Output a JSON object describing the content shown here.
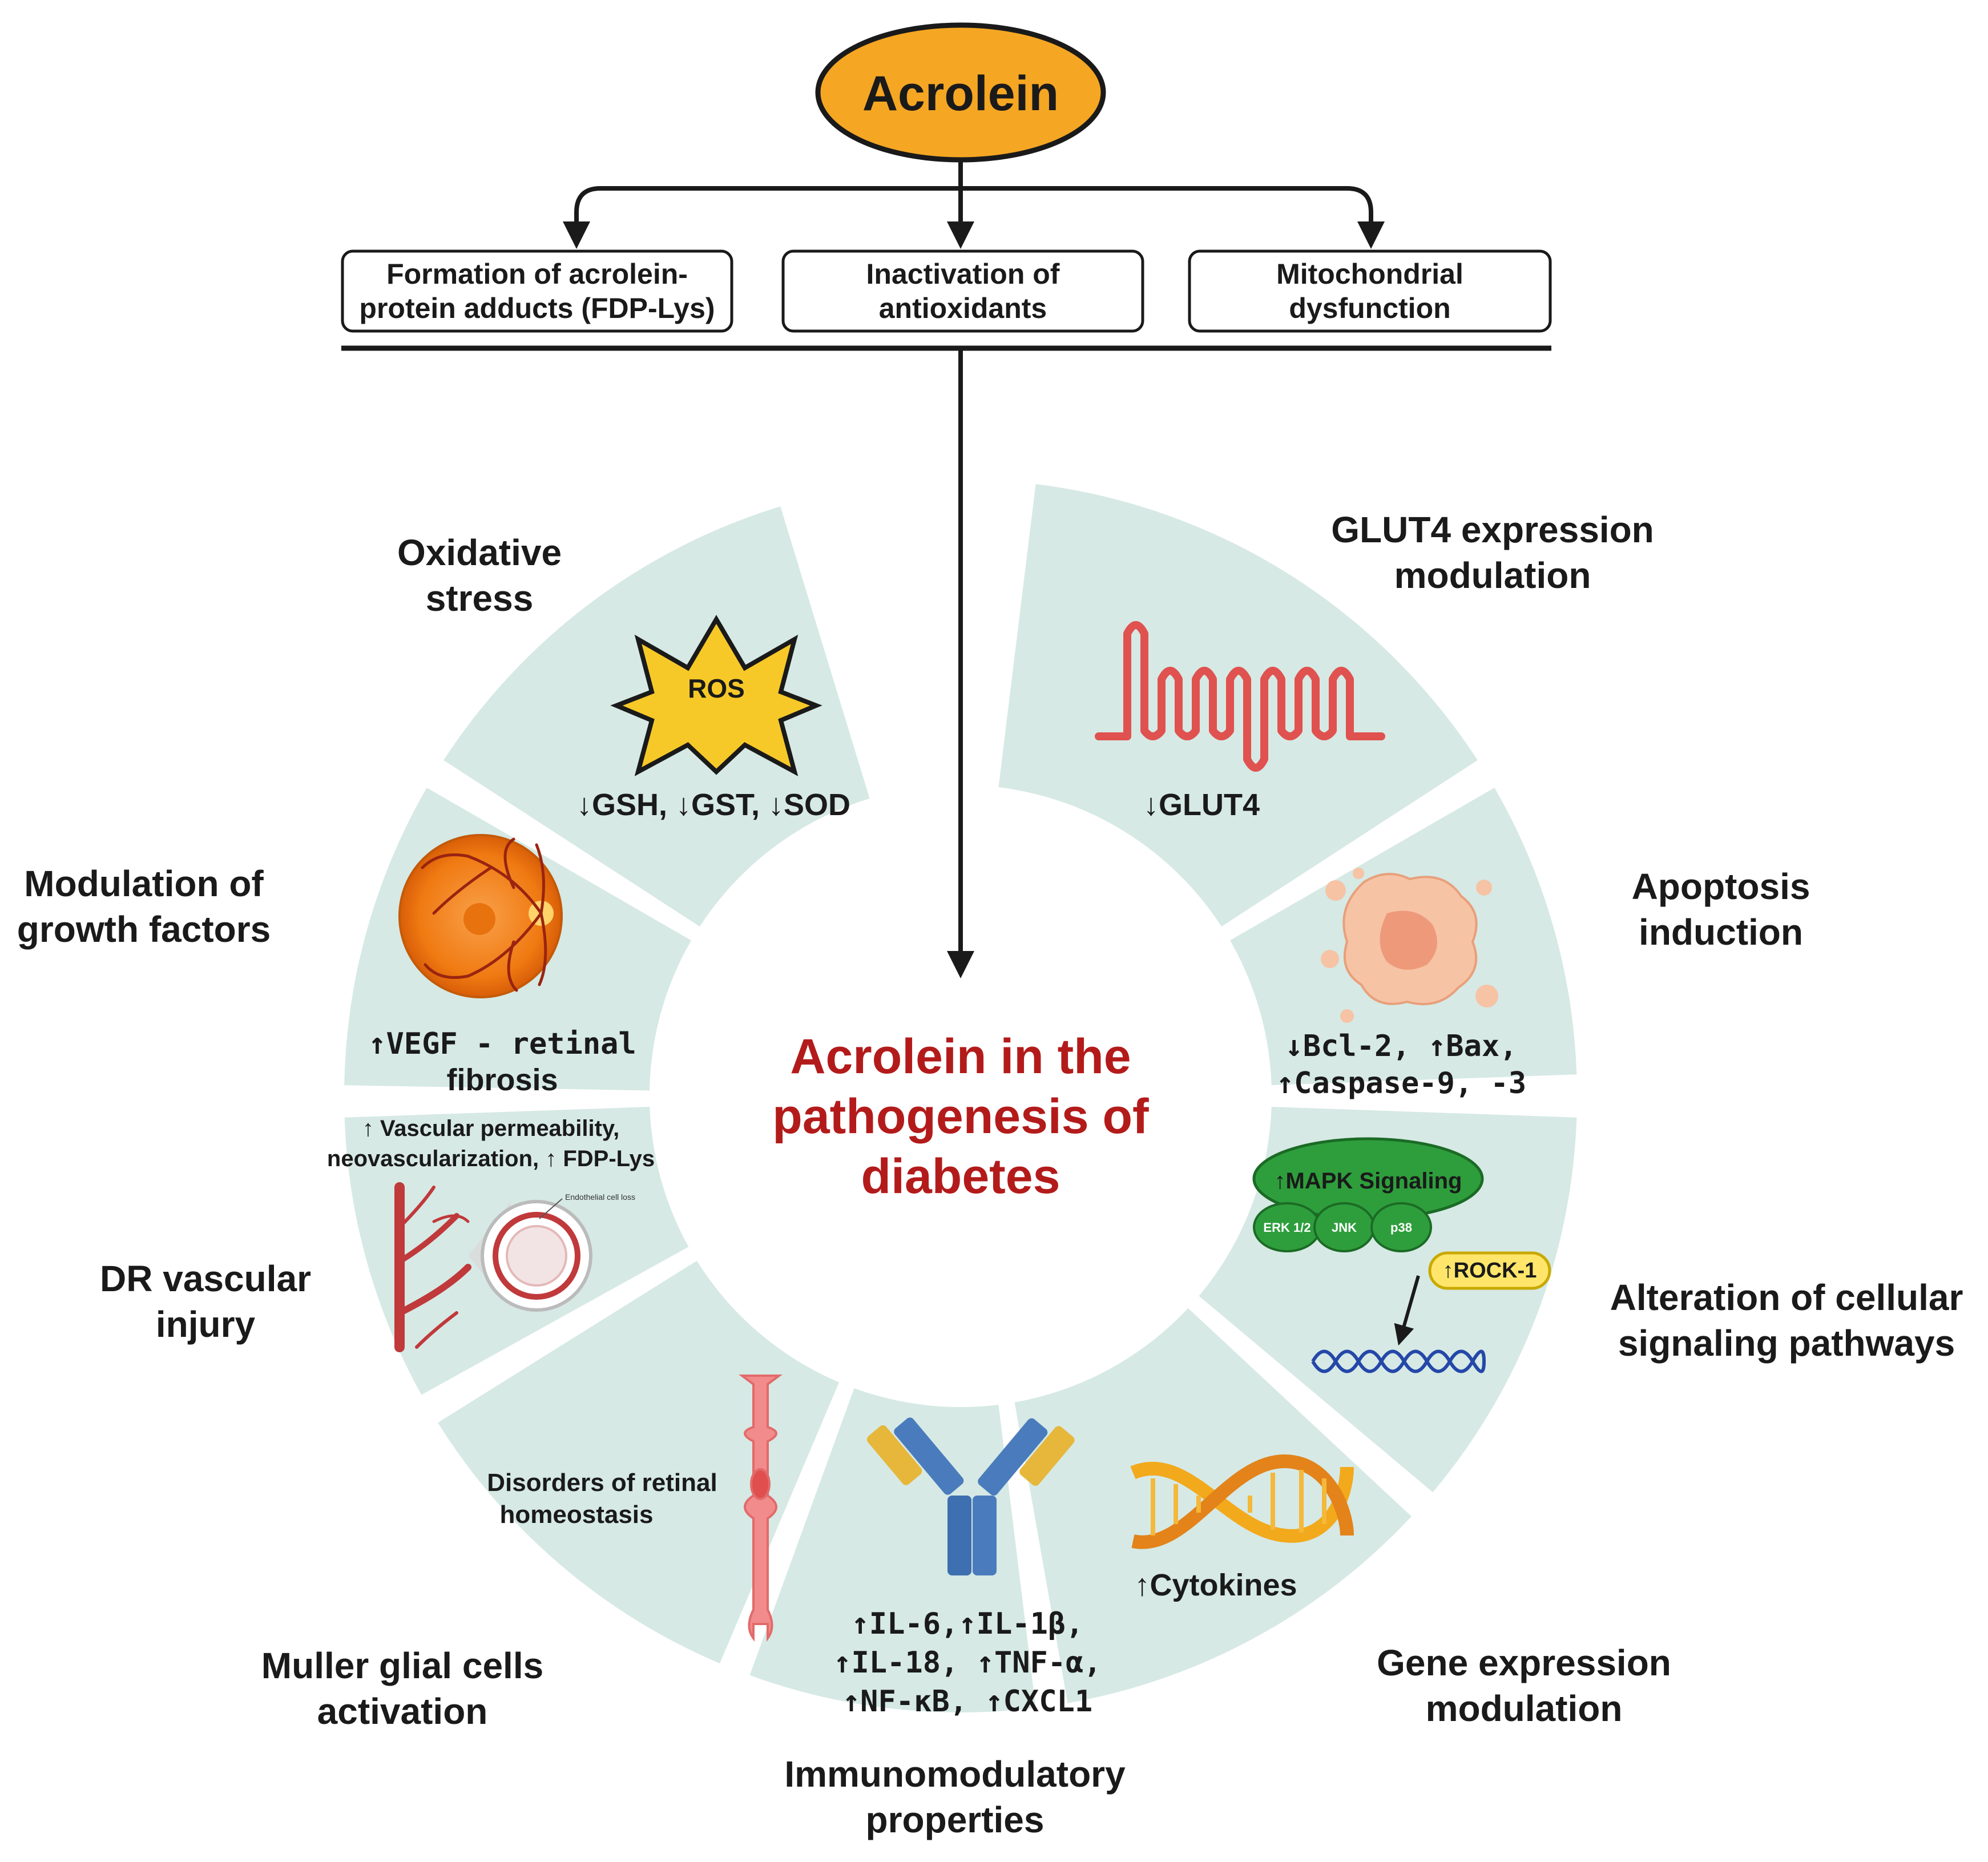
{
  "colors": {
    "top_node_fill": "#F5A623",
    "segment_fill": "#D6E9E5",
    "center_text": "#B31B1B",
    "ink": "#1a1a1a",
    "glut4_red": "#E0524F",
    "apoptosis_cell": "#F6C3A5",
    "mapk_green": "#2E9E3C",
    "rock_yellow": "#FFE66B",
    "dna_blue": "#2447A8",
    "retina_orange": "#F08018",
    "ros_yellow": "#F7C928"
  },
  "top_node": {
    "label": "Acrolein"
  },
  "mechanisms": [
    {
      "line1": "Formation of acrolein-",
      "line2": "protein adducts (FDP-Lys)"
    },
    {
      "line1": "Inactivation of",
      "line2": "antioxidants"
    },
    {
      "line1": "Mitochondrial",
      "line2": "dysfunction"
    }
  ],
  "center": {
    "line1": "Acrolein in the",
    "line2": "pathogenesis of",
    "line3": "diabetes"
  },
  "segments": {
    "oxidative": {
      "title1": "Oxidative",
      "title2": "stress",
      "icon_label": "ROS",
      "detail": "↓GSH, ↓GST, ↓SOD",
      "icon": "ros-burst-icon"
    },
    "glut4": {
      "title1": "GLUT4 expression",
      "title2": "modulation",
      "detail": "↓GLUT4",
      "icon": "transmembrane-protein-icon"
    },
    "apoptosis": {
      "title1": "Apoptosis",
      "title2": "induction",
      "detail1": "↓Bcl-2, ↑Bax,",
      "detail2": "↑Caspase-9, -3",
      "icon": "apoptotic-cell-icon"
    },
    "signaling": {
      "title1": "Alteration of cellular",
      "title2": "signaling pathways",
      "mapk": "↑MAPK Signaling",
      "kinases": [
        "ERK 1/2",
        "JNK",
        "p38"
      ],
      "rock": "↑ROCK-1",
      "icon": "dna-helix-icon"
    },
    "gene": {
      "title1": "Gene expression",
      "title2": "modulation",
      "detail": "↑Cytokines",
      "icon": "dna-ribbon-icon"
    },
    "immuno": {
      "title1": "Immunomodulatory",
      "title2": "properties",
      "detail1": "↑IL-6,↑IL-1β,",
      "detail2": "↑IL-18, ↑TNF-α,",
      "detail3": "↑NF-κB, ↑CXCL1",
      "icon": "antibody-icon"
    },
    "muller": {
      "title1": "Muller glial cells",
      "title2": "activation",
      "detail1": "Disorders of retinal",
      "detail2": "homeostasis",
      "icon": "muller-cell-icon"
    },
    "dr": {
      "title1": "DR vascular",
      "title2": "injury",
      "detail1": "↑ Vascular permeability,",
      "detail2": "neovascularization, ↑ FDP-Lys",
      "callout": "Endothelial cell loss",
      "icon": "blood-vessel-icon"
    },
    "growth": {
      "title1": "Modulation of",
      "title2": "growth factors",
      "detail1": "↑VEGF - retinal",
      "detail2": "fibrosis",
      "icon": "retina-fundus-icon"
    }
  }
}
